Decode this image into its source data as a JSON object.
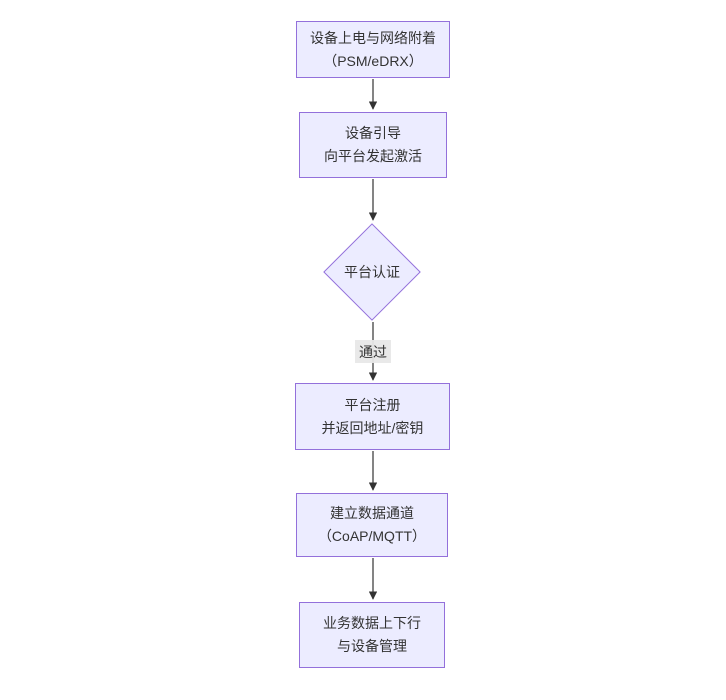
{
  "diagram": {
    "type": "flowchart",
    "direction": "top-to-bottom",
    "colors": {
      "node_fill": "#ECECFF",
      "node_border": "#9370DB",
      "edge_line": "#333333",
      "edge_label_bg": "#E8E8E8",
      "text": "#333333",
      "background": "#FFFFFF"
    },
    "nodes": [
      {
        "id": "start",
        "shape": "rectangle",
        "lines": [
          "设备上电与网络附着",
          "（PSM/eDRX）"
        ]
      },
      {
        "id": "boot",
        "shape": "rectangle",
        "lines": [
          "设备引导",
          "向平台发起激活"
        ]
      },
      {
        "id": "auth",
        "shape": "diamond",
        "lines": [
          "平台认证"
        ]
      },
      {
        "id": "register",
        "shape": "rectangle",
        "lines": [
          "平台注册",
          "并返回地址/密钥"
        ]
      },
      {
        "id": "channel",
        "shape": "rectangle",
        "lines": [
          "建立数据通道",
          "（CoAP/MQTT）"
        ]
      },
      {
        "id": "business",
        "shape": "rectangle",
        "lines": [
          "业务数据上下行",
          "与设备管理"
        ]
      }
    ],
    "edges": [
      {
        "from": "start",
        "to": "boot",
        "label": ""
      },
      {
        "from": "boot",
        "to": "auth",
        "label": ""
      },
      {
        "from": "auth",
        "to": "register",
        "label": "通过"
      },
      {
        "from": "register",
        "to": "channel",
        "label": ""
      },
      {
        "from": "channel",
        "to": "business",
        "label": ""
      }
    ]
  }
}
